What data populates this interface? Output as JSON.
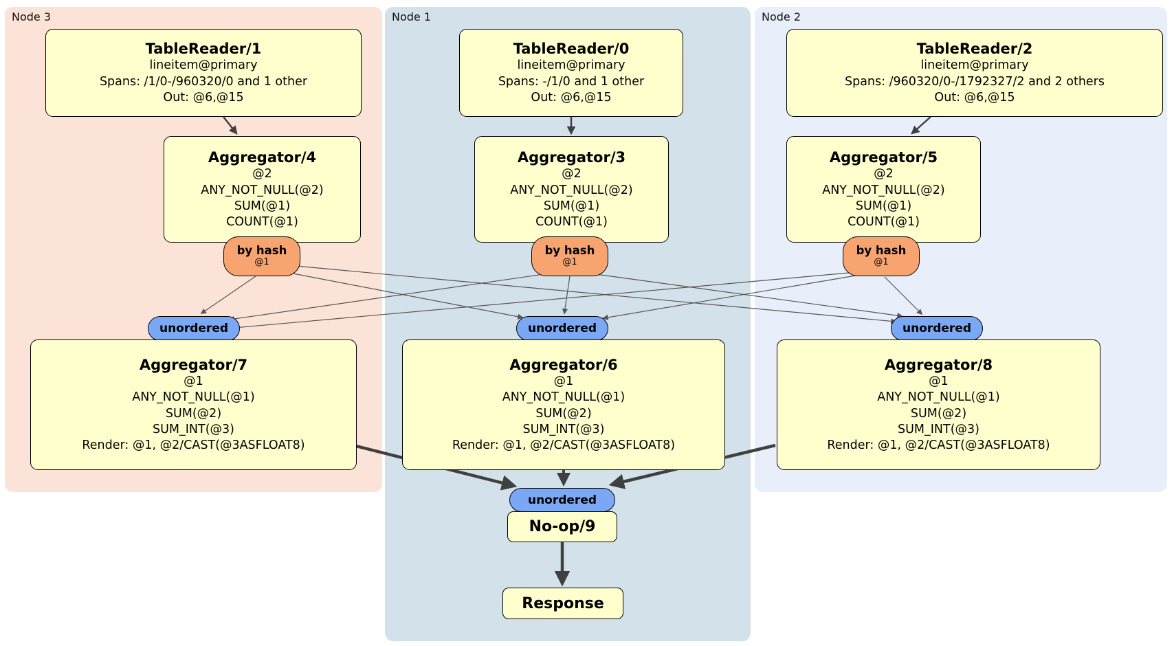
{
  "panels": [
    {
      "label": "Node 3"
    },
    {
      "label": "Node 1"
    },
    {
      "label": "Node 2"
    }
  ],
  "boxes": {
    "tr1": {
      "title": "TableReader/1",
      "lines": [
        "lineitem@primary",
        "Spans: /1/0-/960320/0 and 1 other",
        "Out: @6,@15"
      ]
    },
    "tr0": {
      "title": "TableReader/0",
      "lines": [
        "lineitem@primary",
        "Spans: -/1/0 and 1 other",
        "Out: @6,@15"
      ]
    },
    "tr2": {
      "title": "TableReader/2",
      "lines": [
        "lineitem@primary",
        "Spans: /960320/0-/1792327/2 and 2 others",
        "Out: @6,@15"
      ]
    },
    "agg4": {
      "title": "Aggregator/4",
      "lines": [
        "@2",
        "ANY_NOT_NULL(@2)",
        "SUM(@1)",
        "COUNT(@1)"
      ]
    },
    "agg3": {
      "title": "Aggregator/3",
      "lines": [
        "@2",
        "ANY_NOT_NULL(@2)",
        "SUM(@1)",
        "COUNT(@1)"
      ]
    },
    "agg5": {
      "title": "Aggregator/5",
      "lines": [
        "@2",
        "ANY_NOT_NULL(@2)",
        "SUM(@1)",
        "COUNT(@1)"
      ]
    },
    "agg7": {
      "title": "Aggregator/7",
      "lines": [
        "@1",
        "ANY_NOT_NULL(@1)",
        "SUM(@2)",
        "SUM_INT(@3)",
        "Render: @1, @2/CAST(@3ASFLOAT8)"
      ]
    },
    "agg6": {
      "title": "Aggregator/6",
      "lines": [
        "@1",
        "ANY_NOT_NULL(@1)",
        "SUM(@2)",
        "SUM_INT(@3)",
        "Render: @1, @2/CAST(@3ASFLOAT8)"
      ]
    },
    "agg8": {
      "title": "Aggregator/8",
      "lines": [
        "@1",
        "ANY_NOT_NULL(@1)",
        "SUM(@2)",
        "SUM_INT(@3)",
        "Render: @1, @2/CAST(@3ASFLOAT8)"
      ]
    },
    "noop": {
      "title": "No-op/9"
    },
    "response": {
      "title": "Response"
    }
  },
  "routers": [
    {
      "label": "by hash",
      "key": "@1"
    },
    {
      "label": "by hash",
      "key": "@1"
    },
    {
      "label": "by hash",
      "key": "@1"
    }
  ],
  "syncs": [
    {
      "label": "unordered"
    },
    {
      "label": "unordered"
    },
    {
      "label": "unordered"
    },
    {
      "label": "unordered"
    }
  ],
  "colors": {
    "node3_bg": "#fce3d7",
    "node1_bg": "#d3e2ea",
    "node2_bg": "#e9effa",
    "box_bg": "#ffffce",
    "router_bg": "#f7a471",
    "sync_bg": "#7aa8f4",
    "edge": "#404040"
  }
}
